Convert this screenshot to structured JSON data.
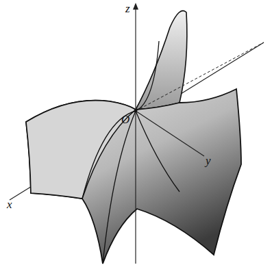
{
  "diagram": {
    "labels": [
      "z",
      "O",
      "y",
      "x"
    ]
  }
}
